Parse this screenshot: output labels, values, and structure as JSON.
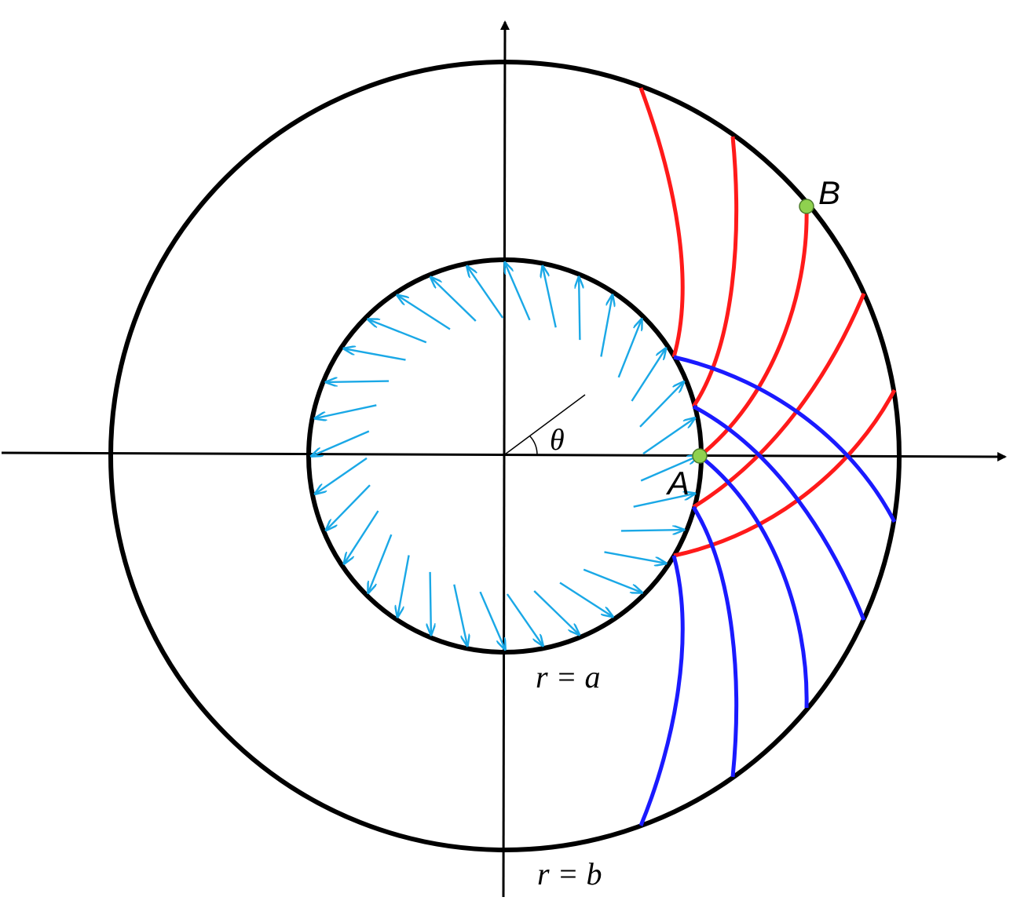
{
  "labels": {
    "theta": "θ",
    "point_a": "A",
    "point_b": "B",
    "inner_radius": "r = a",
    "outer_radius": "r = b"
  },
  "colors": {
    "circle": "#000000",
    "axis": "#000000",
    "red_curves": "#ff1a1a",
    "blue_curves": "#1a1aff",
    "pressure_arrows": "#1aa8e6",
    "points": "#8fd14f"
  },
  "pressure_arrow_count": 32
}
